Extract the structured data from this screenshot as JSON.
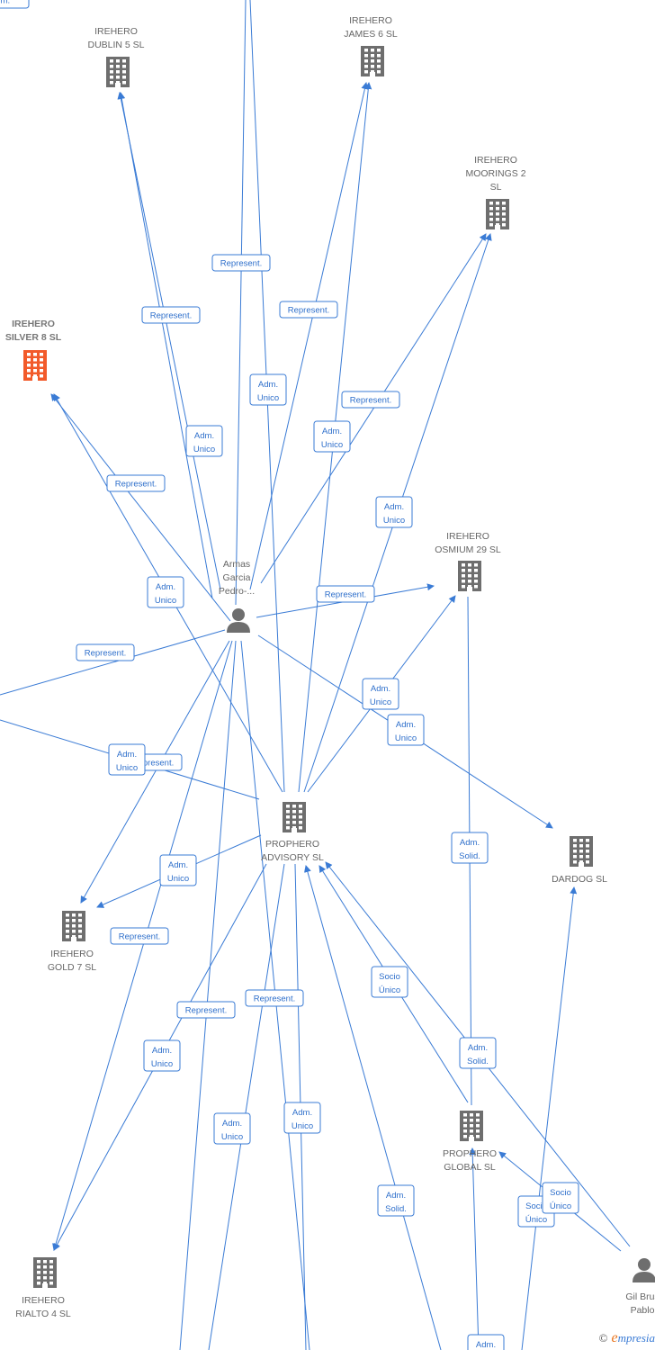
{
  "colors": {
    "edge": "#3a7bd5",
    "company": "#6e6e6e",
    "highlight": "#f25a2a",
    "person": "#6e6e6e"
  },
  "nodes": [
    {
      "id": "dublin5",
      "type": "company",
      "label": [
        "IREHERO",
        "DUBLIN 5  SL"
      ]
    },
    {
      "id": "james6",
      "type": "company",
      "label": [
        "IREHERO",
        "JAMES 6  SL"
      ]
    },
    {
      "id": "moorings2",
      "type": "company",
      "label": [
        "IREHERO",
        "MOORINGS 2",
        "SL"
      ]
    },
    {
      "id": "silver8",
      "type": "company-highlight",
      "label": [
        "IREHERO",
        "SILVER 8  SL"
      ]
    },
    {
      "id": "osmium29",
      "type": "company",
      "label": [
        "IREHERO",
        "OSMIUM 29  SL"
      ]
    },
    {
      "id": "armas",
      "type": "person",
      "label": [
        "Armas",
        "Garcia",
        "Pedro-..."
      ]
    },
    {
      "id": "prophero_adv",
      "type": "company",
      "label": [
        "PROPHERO",
        "ADVISORY  SL"
      ]
    },
    {
      "id": "dardog",
      "type": "company",
      "label": [
        "DARDOG  SL"
      ]
    },
    {
      "id": "gold7",
      "type": "company",
      "label": [
        "IREHERO",
        "GOLD 7  SL"
      ]
    },
    {
      "id": "prophero_glob",
      "type": "company",
      "label": [
        "PROPHERO",
        "GLOBAL  SL"
      ]
    },
    {
      "id": "rialto4",
      "type": "company",
      "label": [
        "IREHERO",
        "RIALTO 4  SL"
      ]
    },
    {
      "id": "gilbrus",
      "type": "person",
      "label": [
        "Gil Brus",
        "Pablo"
      ]
    }
  ],
  "edges": [
    {
      "label": [
        "Represent."
      ]
    },
    {
      "label": [
        "Represent."
      ]
    },
    {
      "label": [
        "Represent."
      ]
    },
    {
      "label": [
        "Represent."
      ]
    },
    {
      "label": [
        "Represent."
      ]
    },
    {
      "label": [
        "Represent."
      ]
    },
    {
      "label": [
        "Represent."
      ]
    },
    {
      "label": [
        "Represent."
      ]
    },
    {
      "label": [
        "Represent."
      ]
    },
    {
      "label": [
        "Represent."
      ]
    },
    {
      "label": [
        "Represent."
      ]
    },
    {
      "label": [
        "Adm.",
        "Unico"
      ]
    },
    {
      "label": [
        "Adm.",
        "Unico"
      ]
    },
    {
      "label": [
        "Adm.",
        "Unico"
      ]
    },
    {
      "label": [
        "Adm.",
        "Unico"
      ]
    },
    {
      "label": [
        "Adm.",
        "Unico"
      ]
    },
    {
      "label": [
        "Adm.",
        "Unico"
      ]
    },
    {
      "label": [
        "Adm.",
        "Unico"
      ]
    },
    {
      "label": [
        "Adm.",
        "Unico"
      ]
    },
    {
      "label": [
        "Adm.",
        "Unico"
      ]
    },
    {
      "label": [
        "Adm.",
        "Unico"
      ]
    },
    {
      "label": [
        "Adm.",
        "Unico"
      ]
    },
    {
      "label": [
        "Adm.",
        "Unico"
      ]
    },
    {
      "label": [
        "Adm.",
        "Unico"
      ]
    },
    {
      "label": [
        "Adm.",
        "Solid."
      ]
    },
    {
      "label": [
        "Adm.",
        "Solid."
      ]
    },
    {
      "label": [
        "Adm.",
        "Solid."
      ]
    },
    {
      "label": [
        "Socio",
        "Único"
      ]
    },
    {
      "label": [
        "Socio",
        "Único"
      ]
    },
    {
      "label": [
        "Socio",
        "Único"
      ]
    },
    {
      "label": [
        "Adm."
      ]
    }
  ],
  "watermark": {
    "copyright": "©",
    "brand_initial": "e",
    "brand_rest": "mpresia"
  }
}
